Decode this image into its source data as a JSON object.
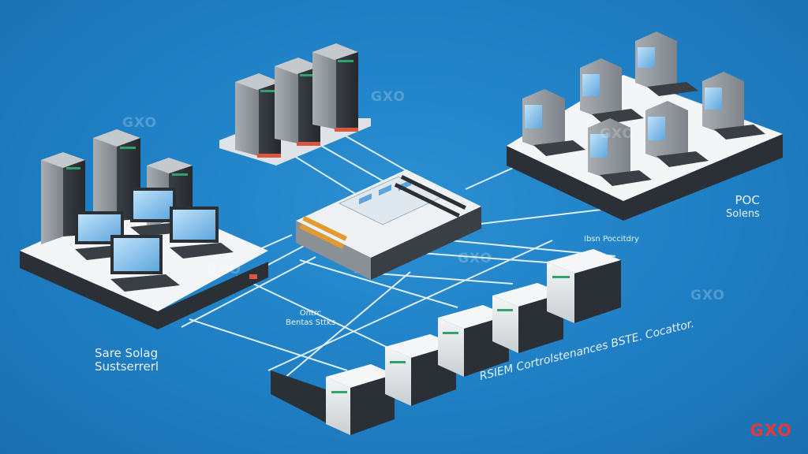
{
  "labels": {
    "left_cluster_line1": "Sare Solag",
    "left_cluster_line2": "Sustserrerl",
    "right_cluster_line1": "POC",
    "right_cluster_line2": "Solens",
    "center_line1": "Ontrc",
    "center_line2": "Bentas Sttks",
    "rack_label": "Ibsn Poccitdry",
    "bottom_line1": "RSIEM Cortrolstenances BSTE. Cocattor",
    "bottom_line2": "."
  },
  "watermarks": [
    "GXO",
    "GXO",
    "GXO",
    "GXO",
    "GXO",
    "GXO"
  ],
  "brand": "GXO",
  "colors": {
    "background": "#1f7fc4",
    "platform_top": "#f3f5f7",
    "platform_side": "#2b2f36",
    "server_body": "#8f959b",
    "accent_green": "#2fa36b",
    "accent_orange": "#e39a2e",
    "brand_red": "#e23a3a",
    "link_line": "#e8f3fb"
  }
}
